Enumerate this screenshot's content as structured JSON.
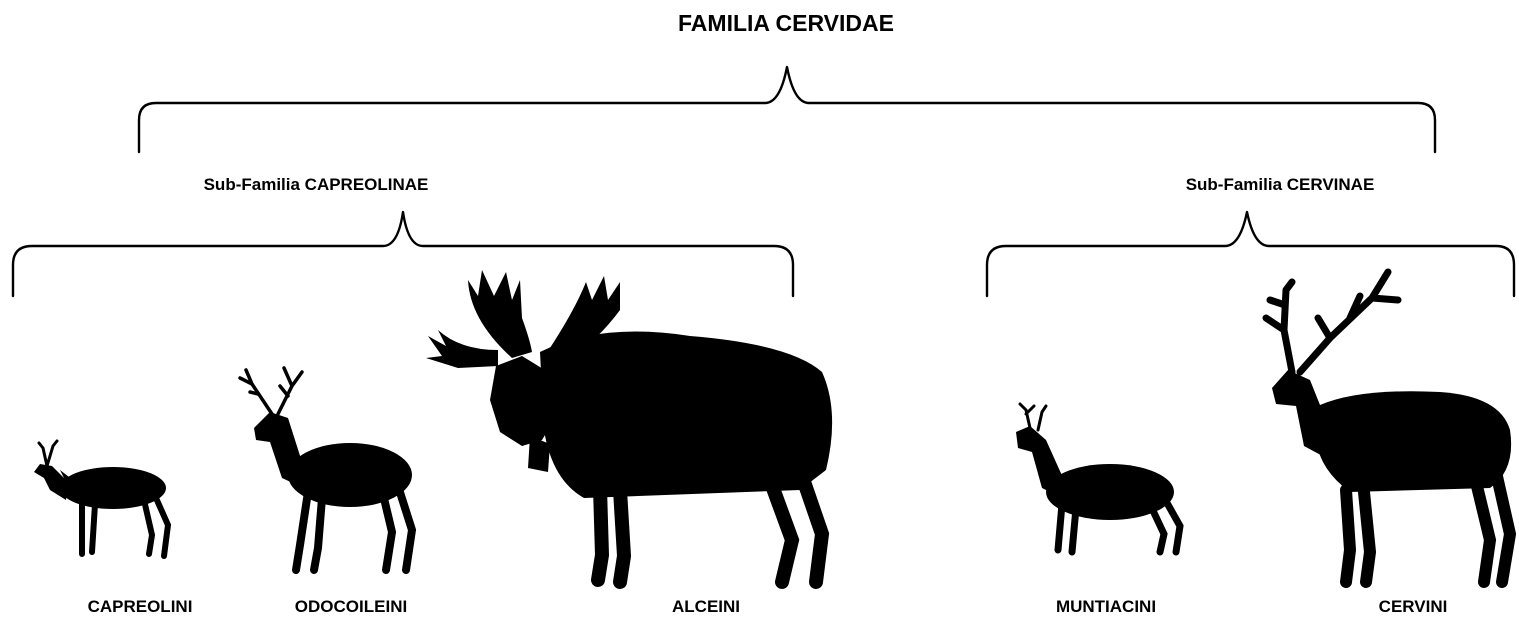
{
  "title": "FAMILIA CERVIDAE",
  "subfamilies": [
    {
      "label": "Sub-Familia CAPREOLINAE"
    },
    {
      "label": "Sub-Familia CERVINAE"
    }
  ],
  "tribes": [
    {
      "label": "CAPREOLINI",
      "icon": "roe-deer-silhouette-icon"
    },
    {
      "label": "ODOCOILEINI",
      "icon": "white-tailed-deer-silhouette-icon"
    },
    {
      "label": "ALCEINI",
      "icon": "moose-silhouette-icon"
    },
    {
      "label": "MUNTIACINI",
      "icon": "muntjac-silhouette-icon"
    },
    {
      "label": "CERVINI",
      "icon": "red-deer-silhouette-icon"
    }
  ],
  "colors": {
    "ink": "#000000",
    "background": "#ffffff"
  }
}
